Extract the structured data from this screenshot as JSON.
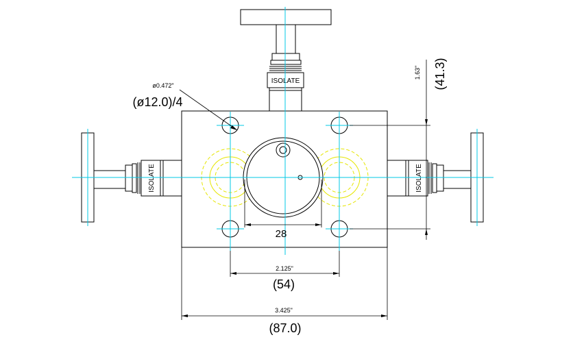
{
  "labels": {
    "isolate_top": "ISOLATE",
    "isolate_left": "ISOLATE",
    "isolate_right": "ISOLATE"
  },
  "dimensions": {
    "hole_dia_in": "ø0.472\"",
    "hole_dia_mm": "(ø12.0)/4",
    "bore_mm": "28",
    "hole_spacing_in": "2.125\"",
    "hole_spacing_mm": "(54)",
    "body_width_in": "3.425\"",
    "body_width_mm": "(87.0)",
    "hole_vertical_in": "1.63\"",
    "hole_vertical_mm": "(41.3)"
  },
  "colors": {
    "centerline": "#00c8e6",
    "hidden_ports": "#e6e600",
    "linework": "#000000"
  }
}
